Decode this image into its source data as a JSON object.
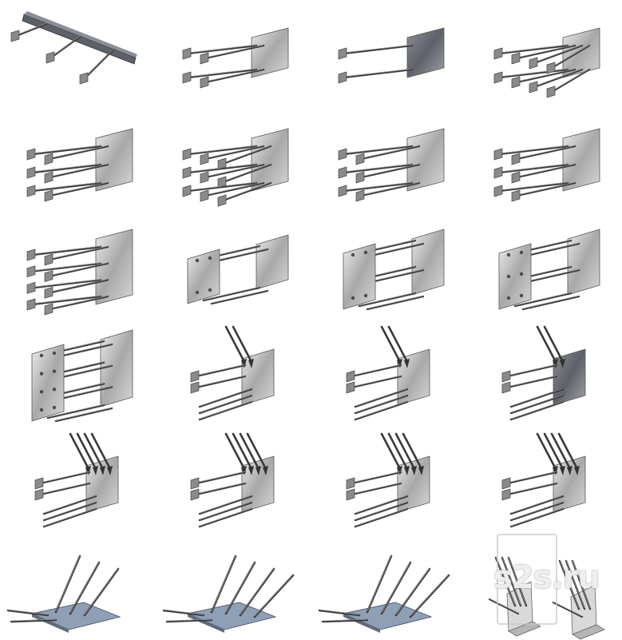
{
  "watermark": {
    "text": "s2s.ru"
  },
  "colors": {
    "steel_light": "#d6d6d6",
    "steel_mid": "#a8a8a8",
    "steel_dark": "#6f6f6f",
    "rod": "#3a3a3a",
    "stud": "#8a8a8a"
  },
  "items": [
    {
      "kind": "strip",
      "rods": 3
    },
    {
      "kind": "plate",
      "rows": 2,
      "cols": 2
    },
    {
      "kind": "plate-dark",
      "rows": 2,
      "cols": 1
    },
    {
      "kind": "plate",
      "rows": 2,
      "cols": 4
    },
    {
      "kind": "plate",
      "rows": 3,
      "cols": 2
    },
    {
      "kind": "plate",
      "rows": 3,
      "cols": 3
    },
    {
      "kind": "plate",
      "rows": 3,
      "cols": 2
    },
    {
      "kind": "plate",
      "rows": 3,
      "cols": 2
    },
    {
      "kind": "plate",
      "rows": 4,
      "cols": 2
    },
    {
      "kind": "double",
      "rows": 2,
      "holes": 4
    },
    {
      "kind": "double",
      "rows": 3,
      "holes": 4
    },
    {
      "kind": "double",
      "rows": 3,
      "holes": 6
    },
    {
      "kind": "double",
      "rows": 4,
      "holes": 8
    },
    {
      "kind": "angled",
      "studs": 2
    },
    {
      "kind": "angled",
      "studs": 2
    },
    {
      "kind": "angled-dark",
      "studs": 2
    },
    {
      "kind": "angled",
      "studs": 4
    },
    {
      "kind": "angled",
      "studs": 4
    },
    {
      "kind": "angled",
      "studs": 4
    },
    {
      "kind": "angled",
      "studs": 4
    },
    {
      "kind": "flat",
      "rods": 3
    },
    {
      "kind": "flat",
      "rods": 4
    },
    {
      "kind": "flat",
      "rods": 4
    },
    {
      "kind": "pair",
      "rods": 3
    }
  ]
}
